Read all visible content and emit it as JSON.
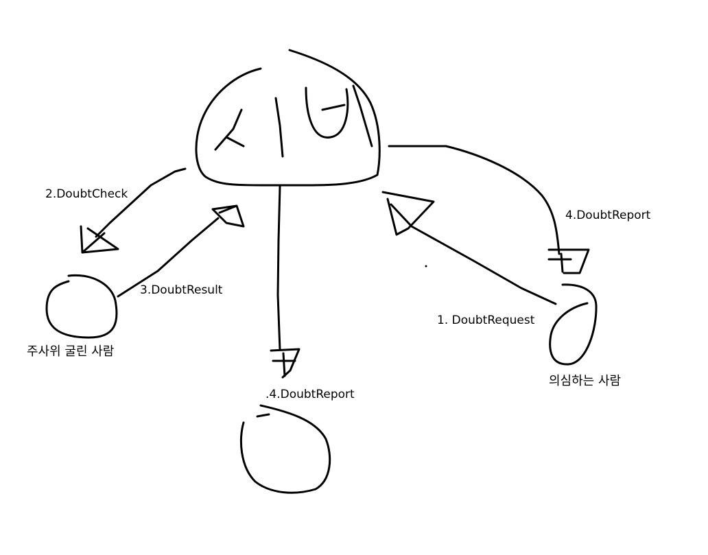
{
  "labels": {
    "doubt_check": "2.DoubtCheck",
    "doubt_result": "3.DoubtResult",
    "doubt_report_right": "4.DoubtReport",
    "doubt_report_bottom": ".4.DoubtReport",
    "doubt_request": "1. DoubtRequest",
    "dice_roller": "주사위 굴린 사람",
    "doubter": "의심하는 사람"
  },
  "server_text": "서버"
}
